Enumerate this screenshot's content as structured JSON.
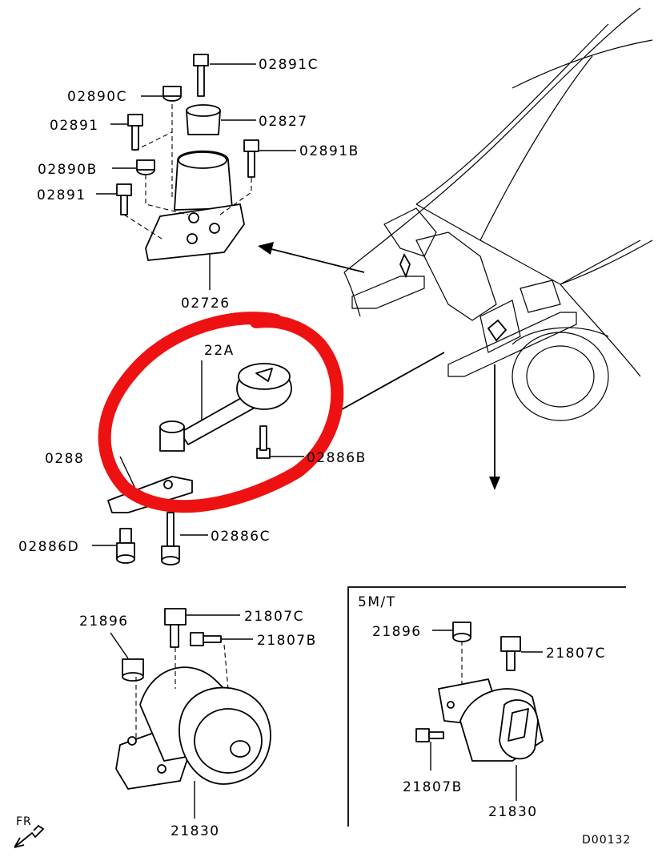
{
  "labels": {
    "p02891C": "02891C",
    "p02890C": "02890C",
    "p02827": "02827",
    "p02891_a": "02891",
    "p02891B": "02891B",
    "p02890B": "02890B",
    "p02891_b": "02891",
    "p02726": "02726",
    "p02822A_partial": "22A",
    "p02886_partial": "0288",
    "p02886B": "02886B",
    "p02886D": "02886D",
    "p02886C": "02886C",
    "p21896_left": "21896",
    "p21807C_left": "21807C",
    "p21807B_left": "21807B",
    "p21830_left": "21830",
    "inset_title": "5M/T",
    "p21896_right": "21896",
    "p21807C_right": "21807C",
    "p21807B_right": "21807B",
    "p21830_right": "21830",
    "fr": "FR",
    "diagram_code": "D00132"
  },
  "colors": {
    "highlight_circle": "#ee1111",
    "ink": "#000000",
    "background": "#ffffff"
  }
}
